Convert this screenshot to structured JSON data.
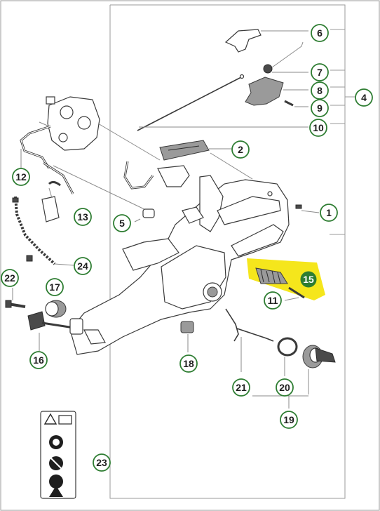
{
  "diagram": {
    "callouts": [
      {
        "id": "c6",
        "label": "6"
      },
      {
        "id": "c7",
        "label": "7"
      },
      {
        "id": "c8",
        "label": "8"
      },
      {
        "id": "c9",
        "label": "9"
      },
      {
        "id": "c4",
        "label": "4"
      },
      {
        "id": "c10",
        "label": "10"
      },
      {
        "id": "c2",
        "label": "2"
      },
      {
        "id": "c1",
        "label": "1"
      },
      {
        "id": "c12",
        "label": "12"
      },
      {
        "id": "c13",
        "label": "13"
      },
      {
        "id": "c5",
        "label": "5"
      },
      {
        "id": "c24",
        "label": "24"
      },
      {
        "id": "c22",
        "label": "22"
      },
      {
        "id": "c17",
        "label": "17"
      },
      {
        "id": "c15",
        "label": "15"
      },
      {
        "id": "c11",
        "label": "11"
      },
      {
        "id": "c16",
        "label": "16"
      },
      {
        "id": "c18",
        "label": "18"
      },
      {
        "id": "c21",
        "label": "21"
      },
      {
        "id": "c20",
        "label": "20"
      },
      {
        "id": "c19",
        "label": "19"
      },
      {
        "id": "c23",
        "label": "23"
      }
    ],
    "colors": {
      "callout_ring": "#2e7d32",
      "callout_text": "#1e1e1e",
      "highlight_fill": "#f5e61c",
      "highlight_badge": "#2e7d32",
      "line_art": "#3a3a3a",
      "frame": "#9a9a9a"
    },
    "highlighted_part": "15"
  }
}
